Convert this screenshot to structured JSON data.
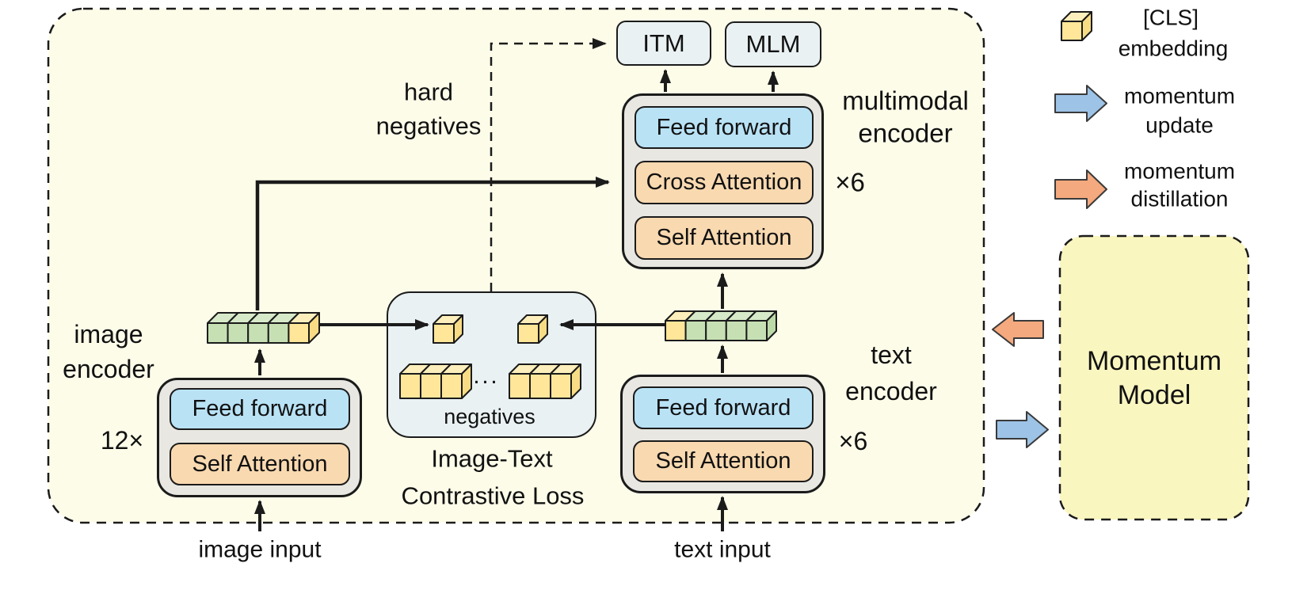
{
  "annotations": {
    "hard_negatives_line1": "hard",
    "hard_negatives_line2": "negatives"
  },
  "heads": {
    "itm": "ITM",
    "mlm": "MLM"
  },
  "multimodal_encoder": {
    "label_line1": "multimodal",
    "label_line2": "encoder",
    "multiplier": "×6",
    "layers": [
      "Feed forward",
      "Cross Attention",
      "Self Attention"
    ]
  },
  "image_encoder": {
    "label_line1": "image",
    "label_line2": "encoder",
    "multiplier": "12×",
    "layers": [
      "Feed forward",
      "Self Attention"
    ]
  },
  "text_encoder": {
    "label_line1": "text",
    "label_line2": "encoder",
    "multiplier": "×6",
    "layers": [
      "Feed forward",
      "Self Attention"
    ]
  },
  "contrastive": {
    "negatives_label": "negatives",
    "ellipsis": "···",
    "caption_line1": "Image-Text",
    "caption_line2": "Contrastive Loss"
  },
  "inputs": {
    "image": "image input",
    "text": "text input"
  },
  "momentum_model": {
    "line1": "Momentum",
    "line2": "Model"
  },
  "legend": {
    "cls_line1": "[CLS]",
    "cls_line2": "embedding",
    "momentum_update_line1": "momentum",
    "momentum_update_line2": "update",
    "momentum_distillation_line1": "momentum",
    "momentum_distillation_line2": "distillation"
  },
  "colors": {
    "main-bg": "#FDFCE9",
    "momentum-bg": "#FAF6C0",
    "panel-gray": "#E8E7E2",
    "layer-blue": "#B9E2F5",
    "layer-orange": "#F9D9B0",
    "head-bg": "#E9F1F3",
    "cube-green": "#C6E0B4",
    "cube-green-top": "#D6E9C8",
    "cube-green-side": "#BCD9A8",
    "cube-yellow": "#FFE699",
    "cube-yellow-top": "#FCEFBC",
    "cube-yellow-side": "#F8DC85",
    "arrow-blue": "#9DC3E6",
    "arrow-orange": "#F4A97E",
    "line-black": "#1B1B1B"
  }
}
